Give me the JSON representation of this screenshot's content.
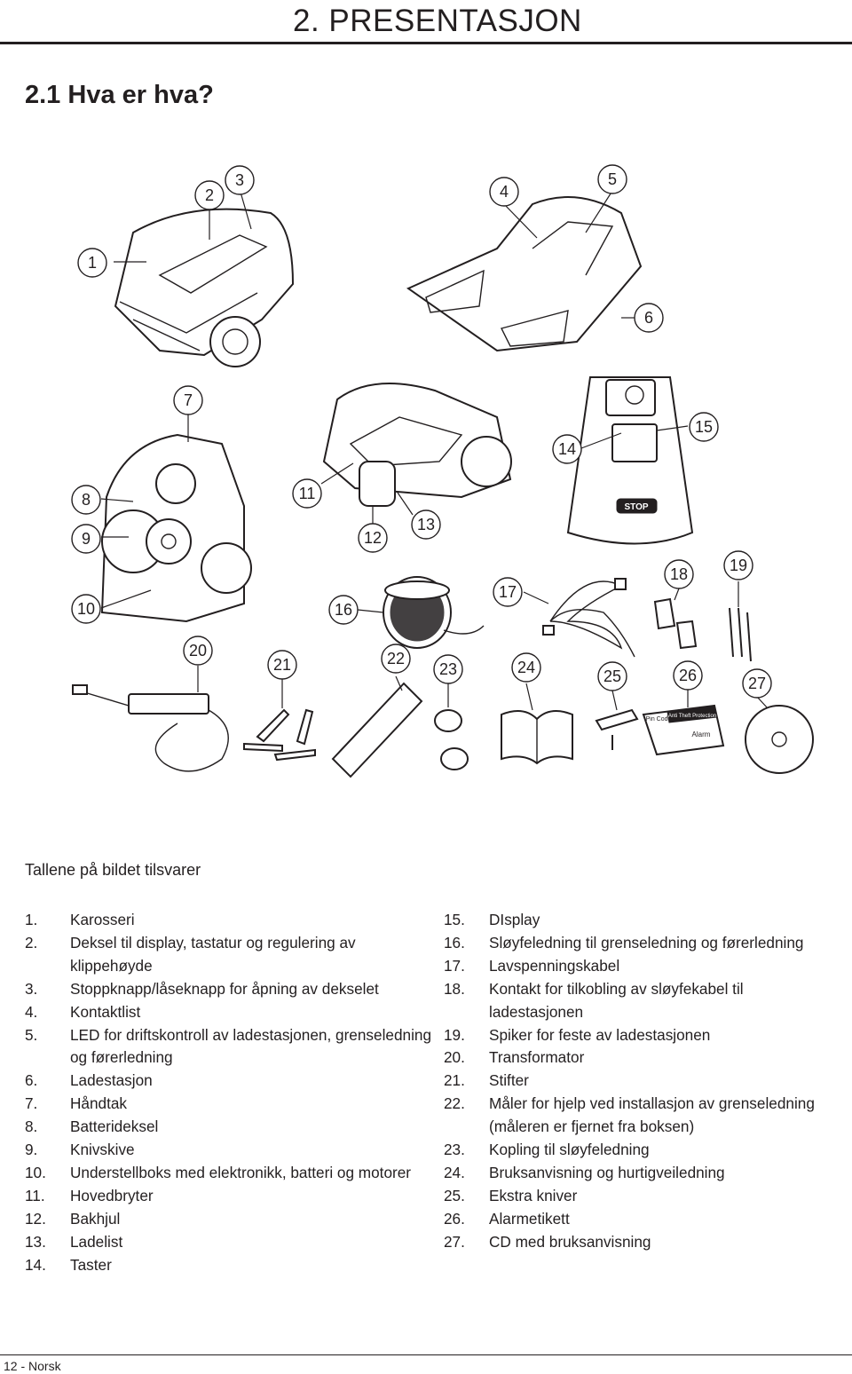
{
  "header": {
    "chapter": "2. PRESENTASJON"
  },
  "section": {
    "title": "2.1 Hva er hva?"
  },
  "figure": {
    "callouts": [
      "1",
      "2",
      "3",
      "4",
      "5",
      "6",
      "7",
      "8",
      "9",
      "10",
      "11",
      "12",
      "13",
      "14",
      "15",
      "16",
      "17",
      "18",
      "19",
      "20",
      "21",
      "22",
      "23",
      "24",
      "25",
      "26",
      "27"
    ],
    "stop_label": "STOP",
    "sticker_pin": "Pin Code",
    "sticker_title": "Anti Theft Protection",
    "sticker_alarm": "Alarm"
  },
  "caption": "Tallene på bildet tilsvarer",
  "legend_left": [
    {
      "num": "1.",
      "text": "Karosseri"
    },
    {
      "num": "2.",
      "text": "Deksel til display, tastatur og regulering av klippehøyde"
    },
    {
      "num": "3.",
      "text": "Stoppknapp/låseknapp for åpning av dekselet"
    },
    {
      "num": "4.",
      "text": "Kontaktlist"
    },
    {
      "num": "5.",
      "text": "LED for driftskontroll av ladestasjonen, grenseledning og førerledning"
    },
    {
      "num": "6.",
      "text": "Ladestasjon"
    },
    {
      "num": "7.",
      "text": "Håndtak"
    },
    {
      "num": "8.",
      "text": "Batterideksel"
    },
    {
      "num": "9.",
      "text": "Knivskive"
    },
    {
      "num": "10.",
      "text": "Understellboks med elektronikk, batteri og motorer"
    },
    {
      "num": "11.",
      "text": "Hovedbryter"
    },
    {
      "num": "12.",
      "text": "Bakhjul"
    },
    {
      "num": "13.",
      "text": "Ladelist"
    },
    {
      "num": "14.",
      "text": "Taster"
    }
  ],
  "legend_right": [
    {
      "num": "15.",
      "text": "DIsplay"
    },
    {
      "num": "16.",
      "text": "Sløyfeledning til grenseledning og førerledning"
    },
    {
      "num": "17.",
      "text": "Lavspenningskabel"
    },
    {
      "num": "18.",
      "text": "Kontakt for tilkobling av sløyfekabel til ladestasjonen"
    },
    {
      "num": "19.",
      "text": "Spiker for feste av ladestasjonen"
    },
    {
      "num": "20.",
      "text": "Transformator"
    },
    {
      "num": "21.",
      "text": "Stifter"
    },
    {
      "num": "22.",
      "text": "Måler for hjelp ved installasjon av grenseledning (måleren er fjernet fra boksen)"
    },
    {
      "num": "23.",
      "text": "Kopling til sløyfeledning"
    },
    {
      "num": "24.",
      "text": "Bruksanvisning og hurtigveiledning"
    },
    {
      "num": "25.",
      "text": "Ekstra kniver"
    },
    {
      "num": "26.",
      "text": "Alarmetikett"
    },
    {
      "num": "27.",
      "text": "CD med bruksanvisning"
    }
  ],
  "footer": {
    "page": "12 - Norsk"
  }
}
